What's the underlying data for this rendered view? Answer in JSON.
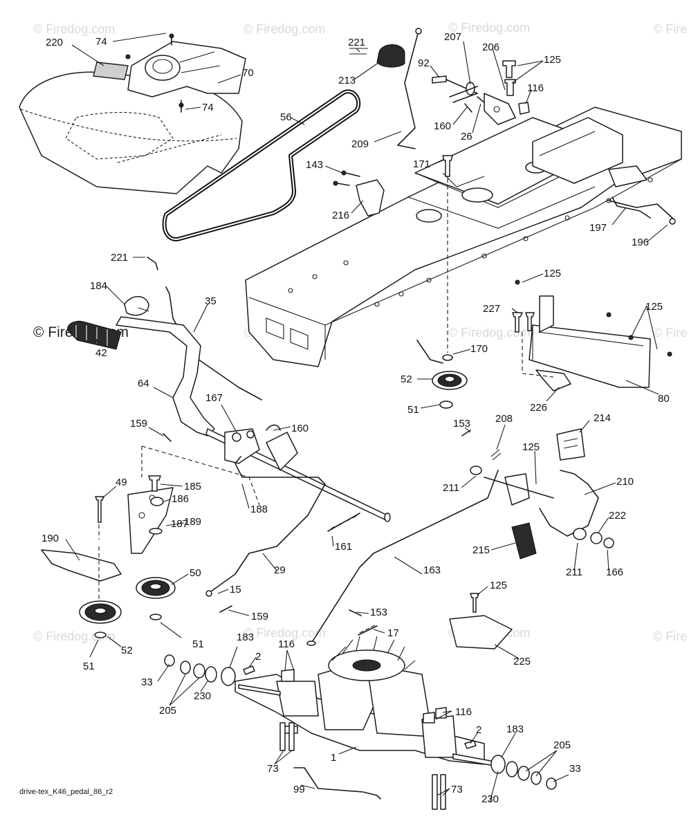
{
  "diagram": {
    "caption": "drive-tex_K46_pedal_86_r2",
    "watermark": "© Firedog.com",
    "watermark_partial": "© Fire",
    "part_labels": [
      "74",
      "220",
      "70",
      "74",
      "221",
      "213",
      "207",
      "206",
      "125",
      "92",
      "116",
      "160",
      "26",
      "56",
      "209",
      "171",
      "143",
      "216",
      "197",
      "196",
      "221",
      "184",
      "35",
      "42",
      "125",
      "227",
      "125",
      "170",
      "52",
      "51",
      "80",
      "226",
      "64",
      "167",
      "160",
      "159",
      "153",
      "208",
      "214",
      "125",
      "210",
      "185",
      "49",
      "186",
      "189",
      "187",
      "188",
      "161",
      "211",
      "222",
      "215",
      "211",
      "166",
      "190",
      "50",
      "29",
      "163",
      "15",
      "159",
      "125",
      "153",
      "17",
      "225",
      "183",
      "2",
      "116",
      "52",
      "51",
      "51",
      "33",
      "205",
      "230",
      "116",
      "183",
      "2",
      "1",
      "205",
      "73",
      "33",
      "230",
      "99",
      "73"
    ]
  }
}
